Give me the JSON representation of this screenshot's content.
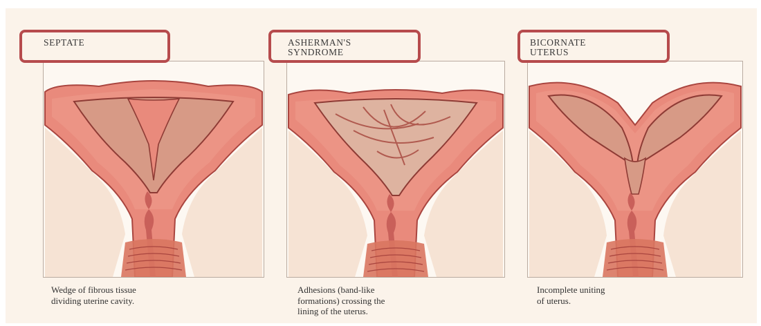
{
  "panels": [
    {
      "title": "SEPTATE",
      "caption": "Wedge of fibrous tissue\ndividing uterine cavity.",
      "highlight_color": "#b64b4d"
    },
    {
      "title": "ASHERMAN'S\nSYNDROME",
      "caption": "Adhesions (band-like\nformations) crossing the\nlining of the uterus.",
      "highlight_color": "#b64b4d"
    },
    {
      "title": "BICORNATE\nUTERUS",
      "caption": "Incomplete uniting\nof uterus.",
      "highlight_color": "#b64b4d"
    }
  ],
  "colors": {
    "tissue": "#e98a7c",
    "tissue_dark": "#c9605a",
    "cavity": "#d79a86",
    "canal": "#d97560",
    "background": "#fbf3ea",
    "outline": "#b64b4d"
  }
}
